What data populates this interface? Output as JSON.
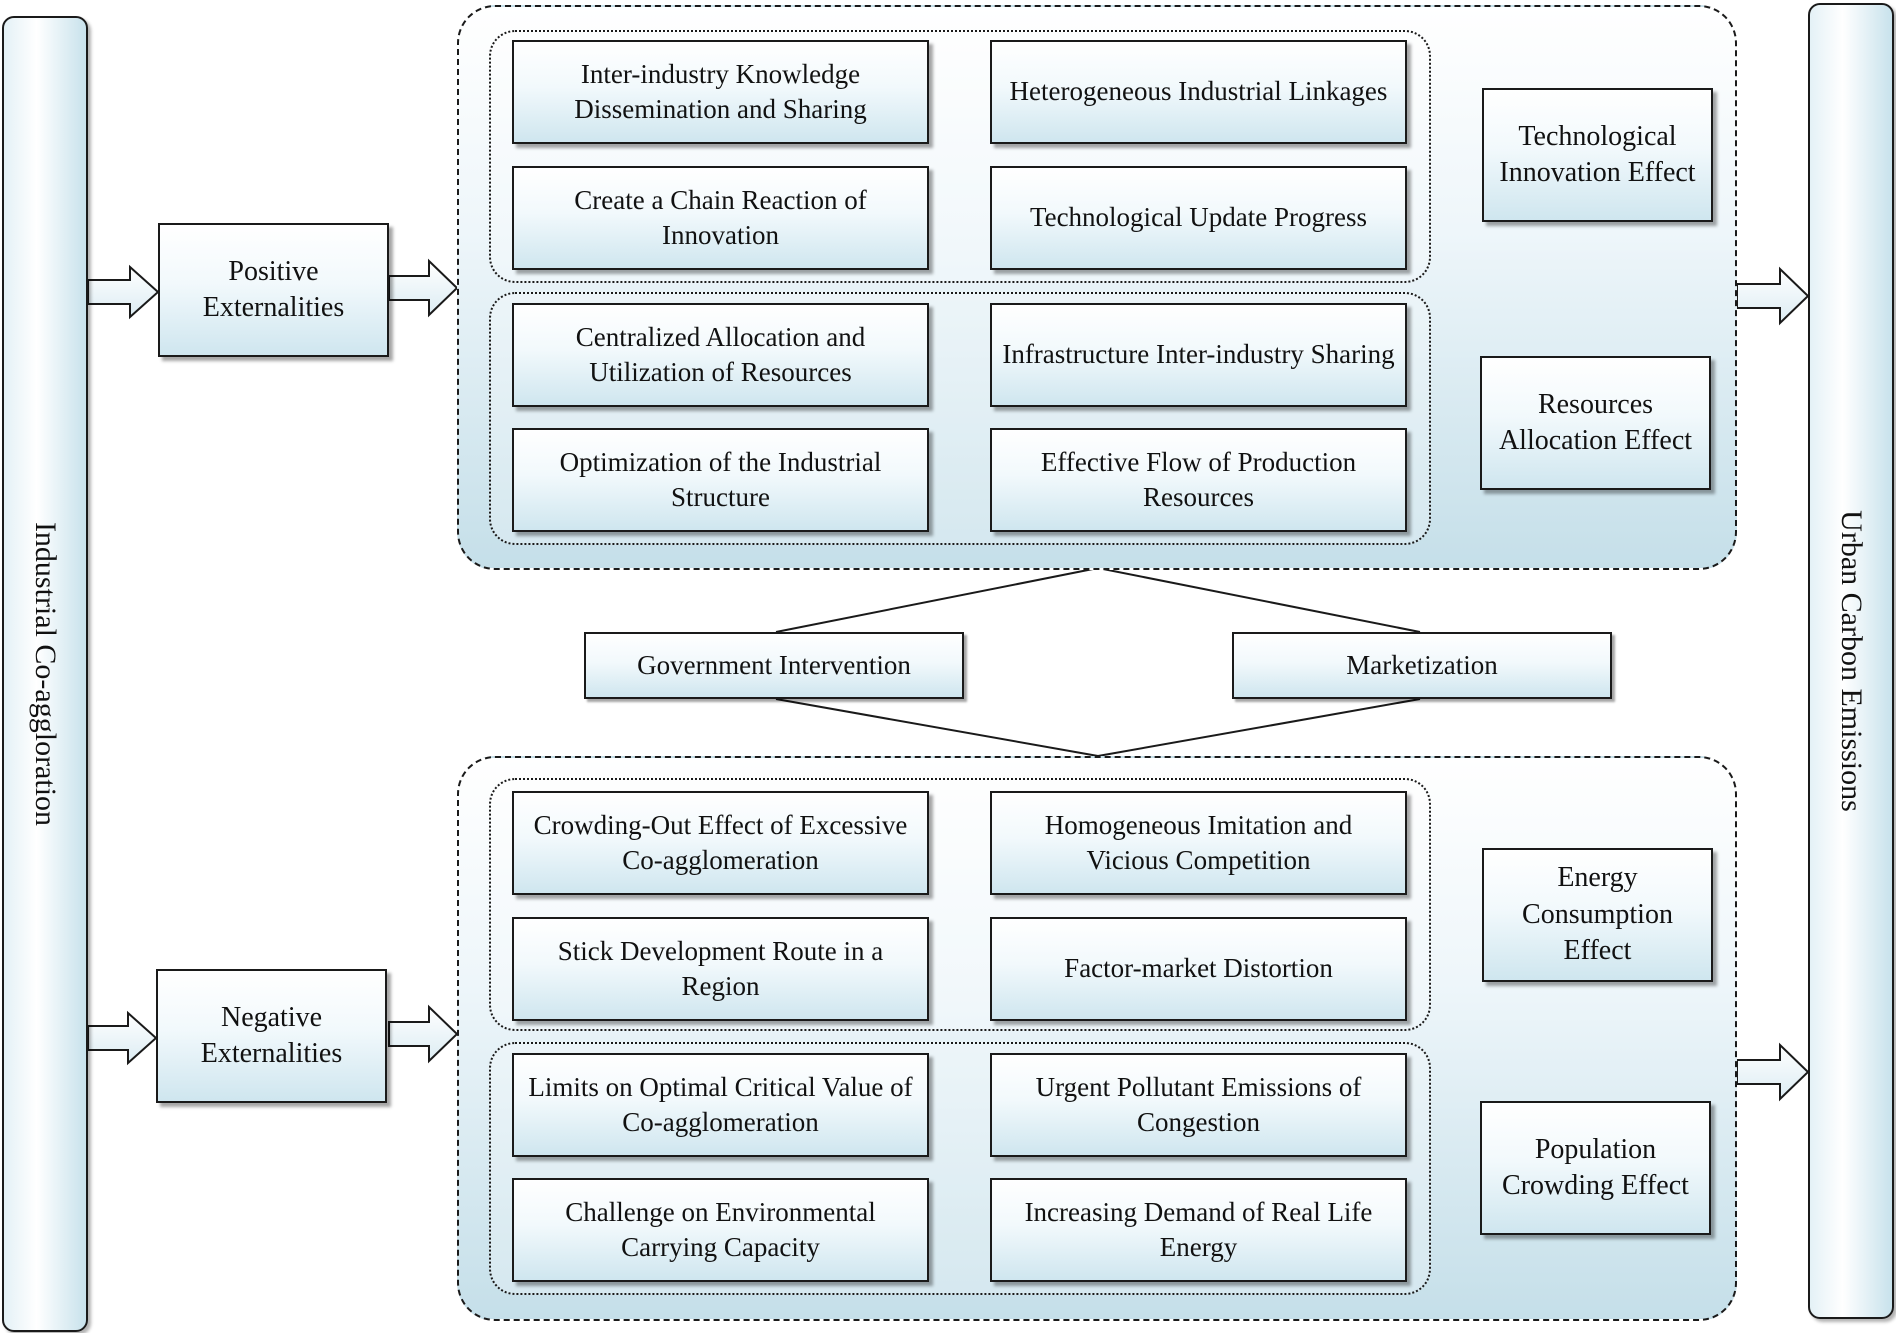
{
  "left_bar": {
    "label": "Industrial Co-aggloration"
  },
  "right_bar": {
    "label": "Urban Carbon Emissions"
  },
  "positive": {
    "label": "Positive Externalities",
    "technological": {
      "items": [
        "Inter-industry Knowledge Dissemination and Sharing",
        "Heterogeneous Industrial Linkages",
        "Create a Chain Reaction of Innovation",
        "Technological Update Progress"
      ],
      "effect": "Technological Innovation Effect"
    },
    "resources": {
      "items": [
        "Centralized Allocation and Utilization of Resources",
        "Infrastructure Inter-industry Sharing",
        "Optimization of the Industrial Structure",
        "Effective Flow of Production Resources"
      ],
      "effect": "Resources Allocation Effect"
    }
  },
  "moderators": {
    "government": "Government Intervention",
    "market": "Marketization"
  },
  "negative": {
    "label": "Negative Externalities",
    "energy": {
      "items": [
        "Crowding-Out Effect of Excessive Co-agglomeration",
        "Homogeneous Imitation and Vicious Competition",
        "Stick Development Route in a Region",
        "Factor-market Distortion"
      ],
      "effect": "Energy Consumption Effect"
    },
    "population": {
      "items": [
        "Limits on Optimal Critical Value of Co-agglomeration",
        "Urgent Pollutant Emissions of Congestion",
        "Challenge on Environmental Carrying Capacity",
        "Increasing Demand of Real Life Energy"
      ],
      "effect": "Population Crowding Effect"
    }
  }
}
